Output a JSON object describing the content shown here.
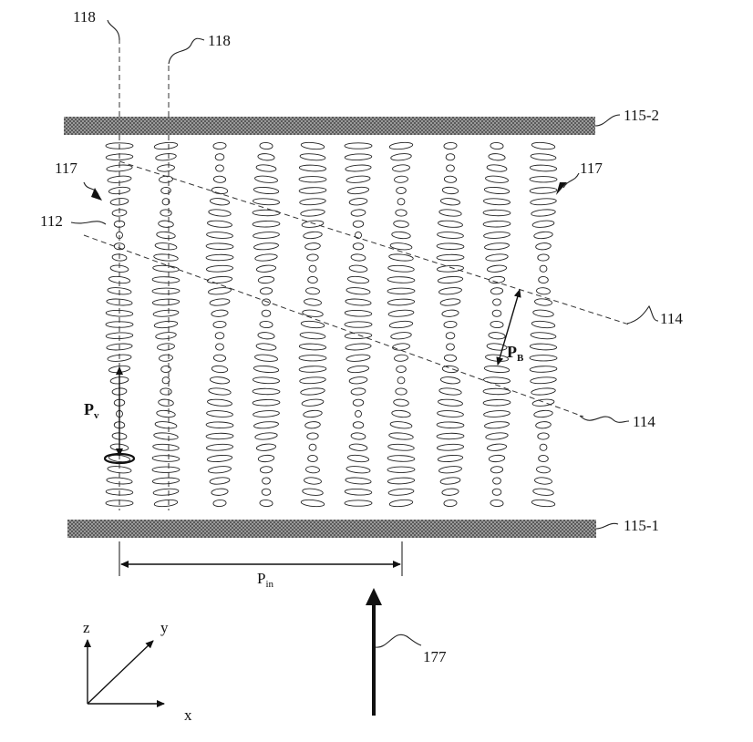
{
  "labels": {
    "optical_axis_left": "118",
    "optical_axis_right": "118",
    "substrate_top": "115-2",
    "substrate_bottom": "115-1",
    "domain_left": "117",
    "domain_right": "117",
    "molecule_ref": "112",
    "plane_upper": "114",
    "plane_lower": "114",
    "pitch_vertical": "P",
    "pitch_vertical_sub": "v",
    "pitch_bragg": "P",
    "pitch_bragg_sub": "B",
    "pitch_inplane": "P",
    "pitch_inplane_sub": "in",
    "light_ref": "177",
    "axis_z": "z",
    "axis_y": "y",
    "axis_x": "x"
  },
  "colors": {
    "line": "#111111",
    "substrate": "#8a8a8a"
  }
}
